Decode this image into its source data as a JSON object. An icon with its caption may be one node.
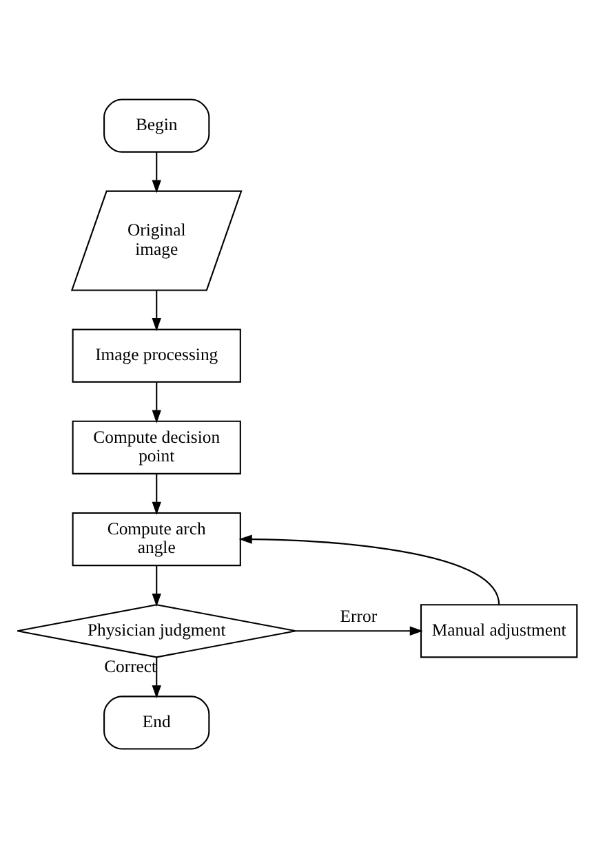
{
  "diagram": {
    "nodes": [
      {
        "text": [
          "Begin"
        ]
      },
      {
        "text": [
          "Original image"
        ]
      },
      {
        "text": [
          "Image processing"
        ]
      },
      {
        "text": [
          "Compute decision point"
        ]
      },
      {
        "text": [
          "Compute arch angle"
        ]
      },
      {
        "text": [
          "Physician judgment"
        ]
      },
      {
        "text": [
          "Manual adjustment"
        ]
      },
      {
        "text": [
          "End"
        ]
      }
    ],
    "edges": [
      {
        "from": 0,
        "to": 1,
        "arrow": "to"
      },
      {
        "from": 1,
        "to": 2,
        "arrow": "to"
      },
      {
        "from": 2,
        "to": 3,
        "arrow": "to"
      },
      {
        "from": 3,
        "to": 4,
        "arrow": "to"
      },
      {
        "from": 4,
        "to": 5,
        "arrow": "to"
      },
      {
        "from": 5,
        "to": 6,
        "arrow": "to",
        "label": "Error"
      },
      {
        "from": 6,
        "to": 4,
        "arrow": "to"
      },
      {
        "from": 5,
        "to": 7,
        "arrow": "to",
        "label": "Correct"
      }
    ]
  }
}
